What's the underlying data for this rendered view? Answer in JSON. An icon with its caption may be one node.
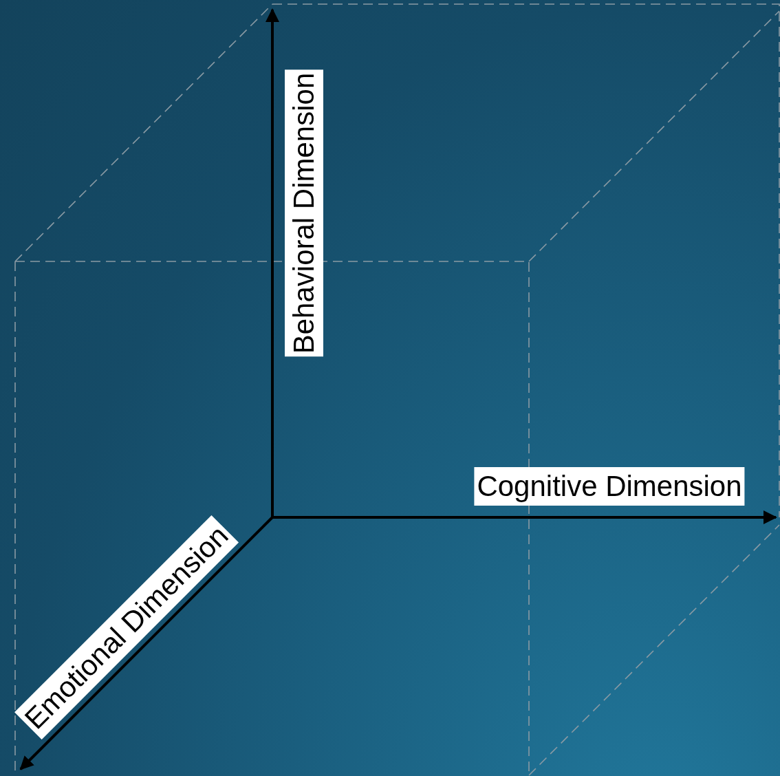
{
  "diagram": {
    "labels": [
      "Behavioral Dimension",
      "Cognitive Dimension",
      "Emotional Dimension"
    ]
  }
}
